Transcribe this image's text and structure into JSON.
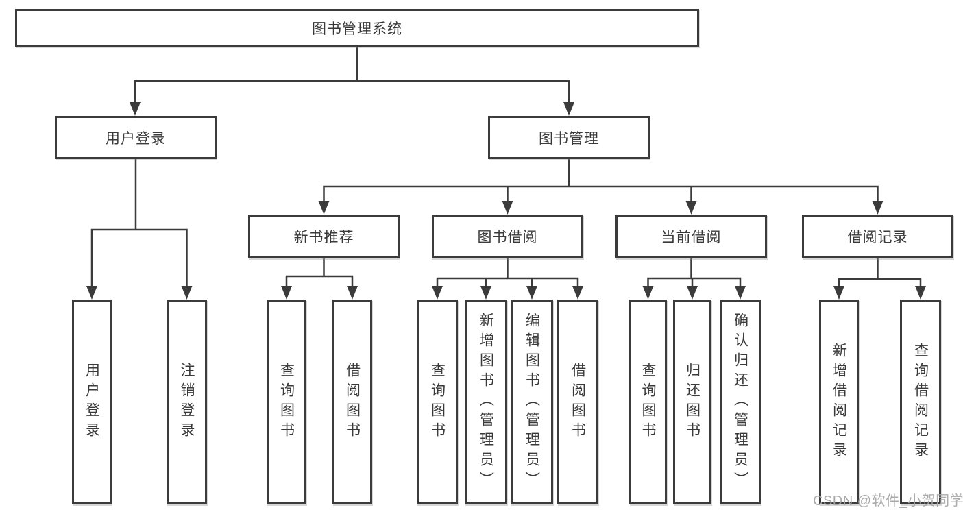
{
  "tree": {
    "root": {
      "label": "图书管理系统"
    },
    "branches": [
      {
        "label": "用户登录",
        "leaves": [
          {
            "label": "用户登录"
          },
          {
            "label": "注销登录"
          }
        ]
      },
      {
        "label": "图书管理",
        "groups": [
          {
            "label": "新书推荐",
            "leaves": [
              {
                "label": "查询图书"
              },
              {
                "label": "借阅图书"
              }
            ]
          },
          {
            "label": "图书借阅",
            "leaves": [
              {
                "label": "查询图书"
              },
              {
                "label": "新增图书（管理员）"
              },
              {
                "label": "编辑图书（管理员）"
              },
              {
                "label": "借阅图书"
              }
            ]
          },
          {
            "label": "当前借阅",
            "leaves": [
              {
                "label": "查询图书"
              },
              {
                "label": "归还图书"
              },
              {
                "label": "确认归还（管理员）"
              }
            ]
          },
          {
            "label": "借阅记录",
            "leaves": [
              {
                "label": "新增借阅记录"
              },
              {
                "label": "查询借阅记录"
              }
            ]
          }
        ]
      }
    ]
  },
  "watermark": {
    "text": "CSDN @软件_小贺同学"
  },
  "colors": {
    "line": "#3b3b3b",
    "border": "#3b3b3b",
    "text": "#3a3a3a",
    "background": "#ffffff",
    "watermark": "#a6a6a6"
  }
}
